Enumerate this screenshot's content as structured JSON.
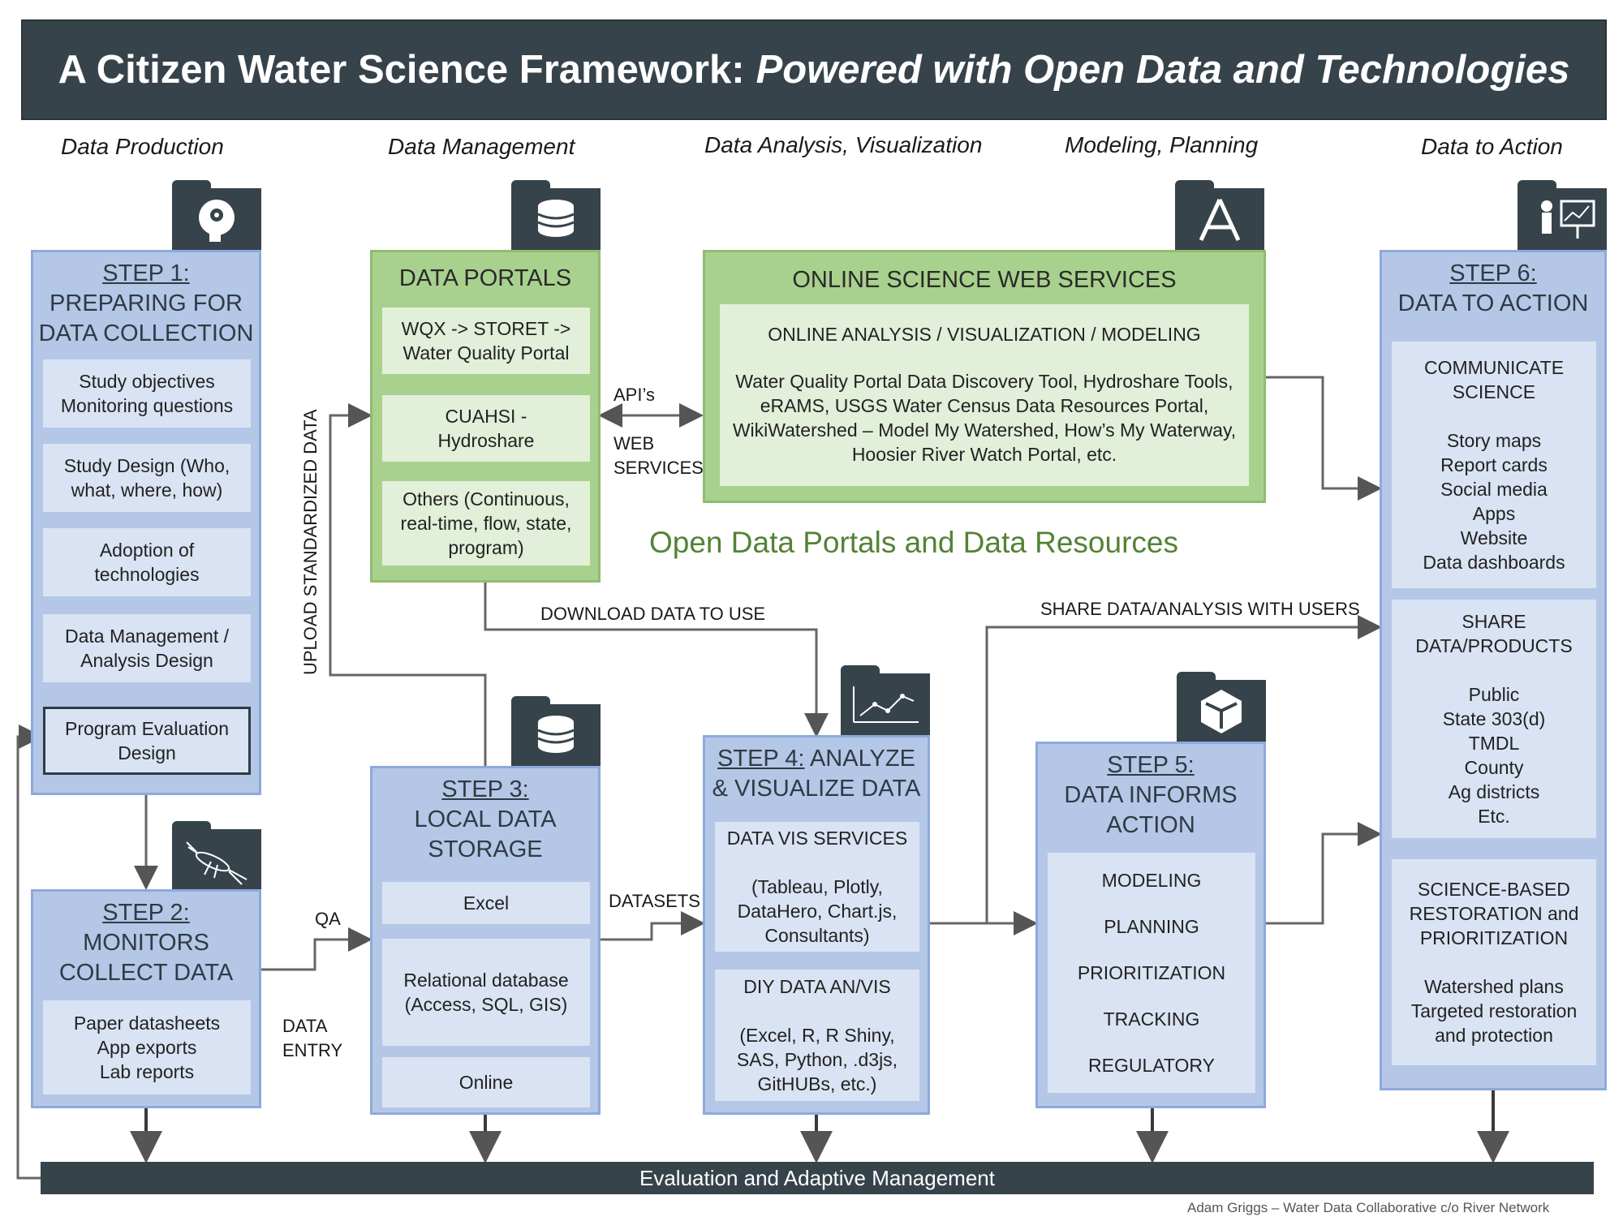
{
  "title": {
    "main": "A Citizen Water Science Framework:",
    "italic": "Powered with Open Data and Technologies"
  },
  "columns": [
    "Data Production",
    "Data Management",
    "Data Analysis, Visualization",
    "Modeling, Planning",
    "Data to Action"
  ],
  "step1": {
    "step": "STEP 1:",
    "title": "PREPARING FOR\nDATA COLLECTION",
    "items": [
      "Study objectives\nMonitoring questions",
      "Study Design (Who,\nwhat, where, how)",
      "Adoption of\ntechnologies",
      "Data Management /\nAnalysis Design",
      "Program Evaluation\nDesign"
    ]
  },
  "step2": {
    "step": "STEP 2:",
    "title": "MONITORS\nCOLLECT DATA",
    "items": [
      "Paper datasheets\nApp exports\nLab reports"
    ]
  },
  "step3": {
    "step": "STEP 3:",
    "title": "LOCAL DATA\nSTORAGE",
    "items": [
      "Excel",
      "Relational database\n(Access, SQL, GIS)",
      "Online"
    ]
  },
  "step4": {
    "step": "STEP 4:",
    "title_rest": " ANALYZE",
    "title2": "& VISUALIZE DATA",
    "items": [
      "DATA VIS SERVICES\n\n(Tableau, Plotly,\nDataHero, Chart.js,\nConsultants)",
      "DIY DATA AN/VIS\n\n(Excel, R, R Shiny,\nSAS, Python, .d3js,\nGitHUBs, etc.)"
    ]
  },
  "step5": {
    "step": "STEP 5:",
    "title": "DATA INFORMS\nACTION",
    "items": [
      "MODELING",
      "PLANNING",
      "PRIORITIZATION",
      "TRACKING",
      "REGULATORY"
    ]
  },
  "step6": {
    "step": "STEP 6:",
    "title": "DATA TO ACTION",
    "items": [
      "COMMUNICATE\nSCIENCE\n\nStory maps\nReport cards\nSocial media\nApps\nWebsite\nData dashboards",
      "SHARE\nDATA/PRODUCTS\n\nPublic\nState 303(d)\nTMDL\nCounty\nAg districts\nEtc.",
      "SCIENCE-BASED\nRESTORATION and\nPRIORITIZATION\n\nWatershed plans\nTargeted restoration\nand protection"
    ]
  },
  "portals": {
    "title": "DATA PORTALS",
    "items": [
      "WQX -> STORET ->\nWater Quality Portal",
      "CUAHSI -\nHydroshare",
      "Others (Continuous,\nreal-time, flow, state,\nprogram)"
    ]
  },
  "services": {
    "title": "ONLINE SCIENCE WEB SERVICES",
    "subtitle": "ONLINE ANALYSIS / VISUALIZATION / MODELING",
    "body": "Water Quality Portal Data Discovery Tool, Hydroshare Tools,\neRAMS, USGS Water Census Data Resources Portal,\nWikiWatershed – Model My Watershed, How’s My Waterway,\nHoosier River Watch Portal, etc."
  },
  "open_data_label": "Open Data Portals and Data Resources",
  "labels": {
    "upload": "UPLOAD STANDARDIZED DATA",
    "apis": "API’s",
    "web_services": "WEB\nSERVICES",
    "download": "DOWNLOAD DATA TO USE",
    "share": "SHARE DATA/ANALYSIS WITH USERS",
    "qa": "QA",
    "data_entry": "DATA\nENTRY",
    "datasets": "DATASETS"
  },
  "bottom_bar": "Evaluation and Adaptive Management",
  "credit": "Adam Griggs – Water Data Collaborative c/o River Network",
  "icons": [
    "brain-gear-icon",
    "database-icon",
    "compass-icon",
    "presenter-icon",
    "insect-icon",
    "database-icon",
    "line-chart-icon",
    "cube-icon"
  ],
  "colors": {
    "banner": "#37434b",
    "blue": "#b4c7e7",
    "blue_light": "#dae3f3",
    "green": "#a9d18e",
    "green_light": "#e2efd9",
    "green_text": "#548235"
  }
}
